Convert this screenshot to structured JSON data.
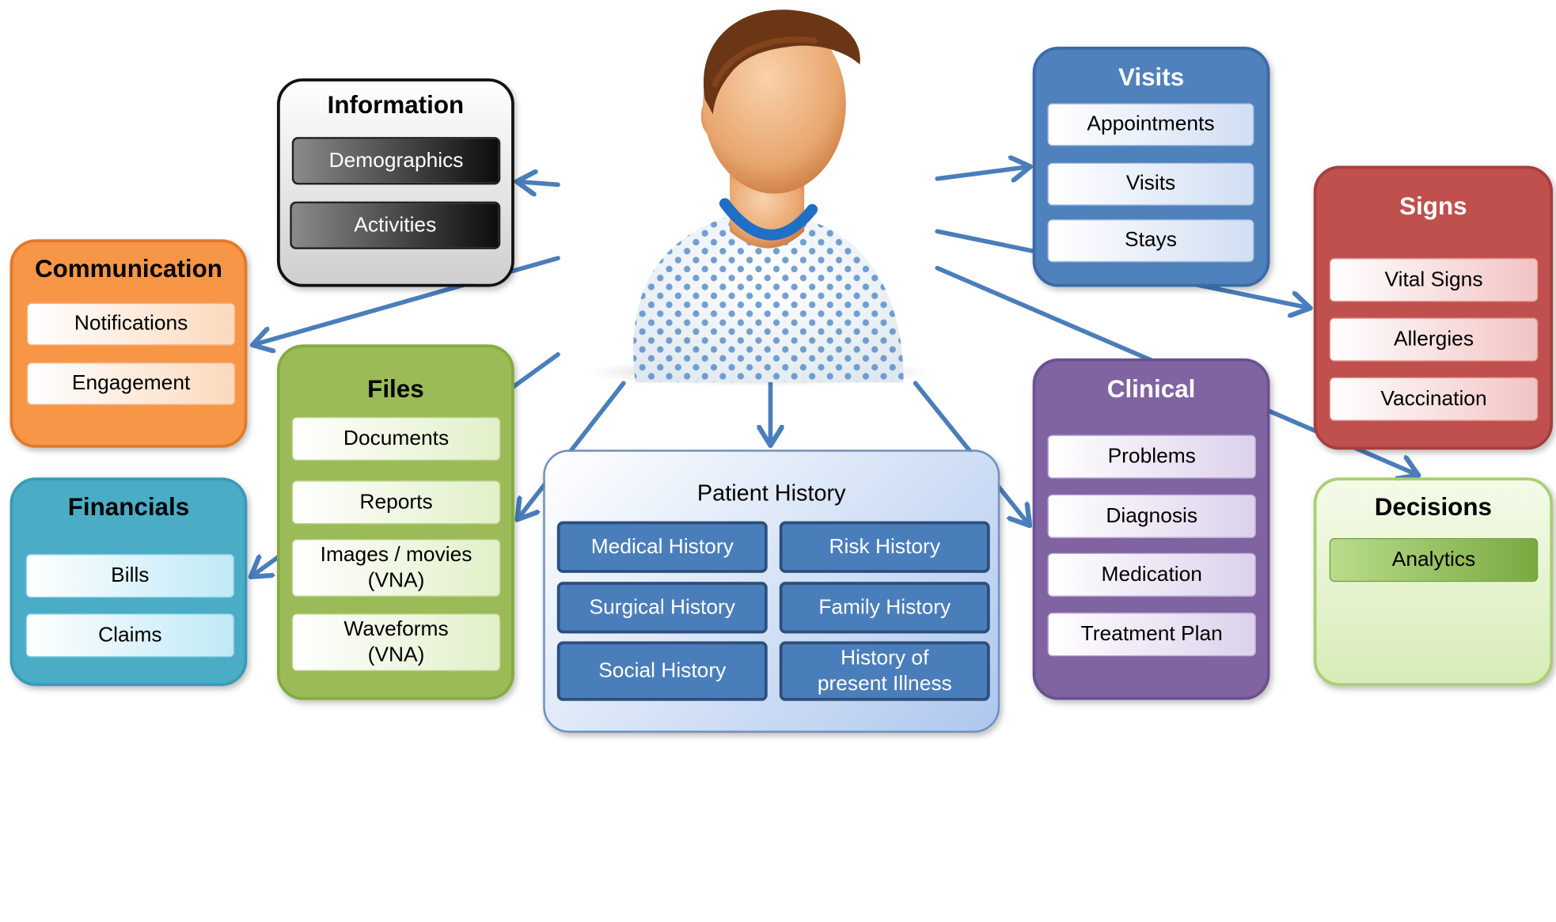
{
  "information": {
    "title": "Information",
    "items": [
      "Demographics",
      "Activities"
    ]
  },
  "communication": {
    "title": "Communication",
    "items": [
      "Notifications",
      "Engagement"
    ]
  },
  "files": {
    "title": "Files",
    "items": [
      "Documents",
      "Reports",
      "Images / movies\n(VNA)",
      "Waveforms\n(VNA)"
    ]
  },
  "financials": {
    "title": "Financials",
    "items": [
      "Bills",
      "Claims"
    ]
  },
  "patient_history": {
    "title": "Patient History",
    "items": [
      "Medical History",
      "Risk History",
      "Surgical History",
      "Family History",
      "Social History",
      "History of\npresent Illness"
    ]
  },
  "visits": {
    "title": "Visits",
    "items": [
      "Appointments",
      "Visits",
      "Stays"
    ]
  },
  "signs": {
    "title": "Signs",
    "items": [
      "Vital Signs",
      "Allergies",
      "Vaccination"
    ]
  },
  "clinical": {
    "title": "Clinical",
    "items": [
      "Problems",
      "Diagnosis",
      "Medication",
      "Treatment Plan"
    ]
  },
  "decisions": {
    "title": "Decisions",
    "items": [
      "Analytics"
    ]
  },
  "colors": {
    "arrow": "#4a7ebb",
    "information": "#d9d9d9",
    "communication": "#f79646",
    "files": "#9bbb59",
    "financials": "#4bacc6",
    "patient_history": "#c6d9f1",
    "visits": "#4f81bd",
    "signs": "#c0504d",
    "clinical": "#8064a2",
    "decisions": "#d7ecb8"
  },
  "icons": {
    "patient": "patient-avatar-icon"
  }
}
